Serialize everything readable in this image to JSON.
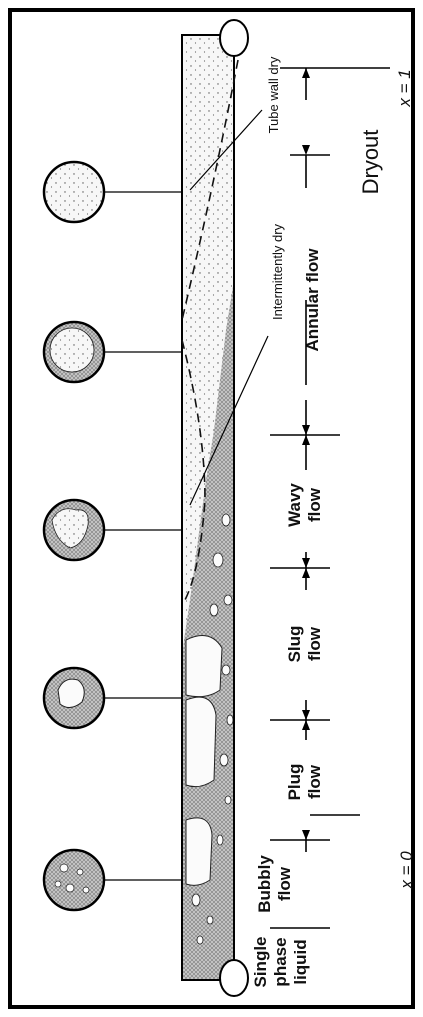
{
  "labels": {
    "tube_wall_dry": "Tube wall dry",
    "intermittently_dry": "Intermittently dry",
    "x_one": "x = 1",
    "x_zero": "x = 0",
    "dryout": "Dryout",
    "annular_flow": "Annular flow",
    "wavy_flow_1": "Wavy",
    "wavy_flow_2": "flow",
    "slug_flow_1": "Slug",
    "slug_flow_2": "flow",
    "plug_flow_1": "Plug",
    "plug_flow_2": "flow",
    "bubbly_flow_1": "Bubbly",
    "bubbly_flow_2": "flow",
    "single_phase_1": "Single",
    "single_phase_2": "phase",
    "single_phase_3": "liquid"
  },
  "colors": {
    "ink": "#111111",
    "liquid": "#9a9a9a",
    "vapor": "#f7f7f7"
  }
}
